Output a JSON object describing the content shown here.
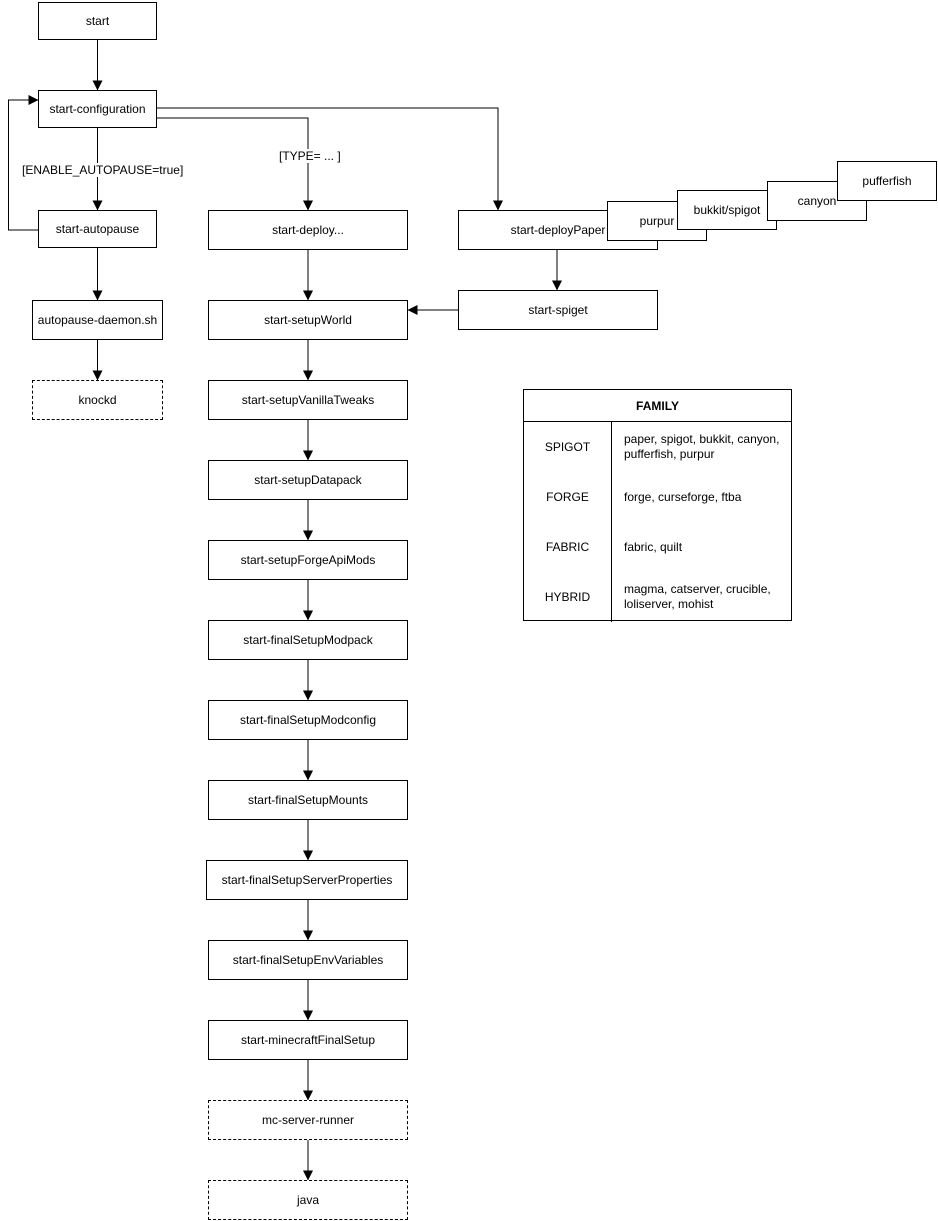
{
  "diagram": {
    "nodes": {
      "start": "start",
      "start_configuration": "start-configuration",
      "start_autopause": "start-autopause",
      "autopause_daemon": "autopause-daemon.sh",
      "knockd": "knockd",
      "start_deploy": "start-deploy...",
      "start_deploy_paper": "start-deployPaper",
      "purpur": "purpur",
      "bukkit_spigot": "bukkit/spigot",
      "canyon": "canyon",
      "pufferfish": "pufferfish",
      "start_spiget": "start-spiget",
      "start_setup_world": "start-setupWorld",
      "start_setup_vanilla_tweaks": "start-setupVanillaTweaks",
      "start_setup_datapack": "start-setupDatapack",
      "start_setup_forge_api_mods": "start-setupForgeApiMods",
      "start_final_setup_modpack": "start-finalSetupModpack",
      "start_final_setup_modconfig": "start-finalSetupModconfig",
      "start_final_setup_mounts": "start-finalSetupMounts",
      "start_final_setup_server_properties": "start-finalSetupServerProperties",
      "start_final_setup_env_variables": "start-finalSetupEnvVariables",
      "start_minecraft_final_setup": "start-minecraftFinalSetup",
      "mc_server_runner": "mc-server-runner",
      "java": "java"
    },
    "edge_labels": {
      "enable_autopause": "[ENABLE_AUTOPAUSE=true]",
      "type": "[TYPE= ... ]"
    },
    "colors": {
      "stroke": "#000000",
      "node_fill": "#ffffff",
      "text": "#000000",
      "background": "#ffffff"
    }
  },
  "family_table": {
    "title": "FAMILY",
    "rows": [
      {
        "family": "SPIGOT",
        "members": "paper, spigot, bukkit, canyon, pufferfish, purpur"
      },
      {
        "family": "FORGE",
        "members": "forge, curseforge, ftba"
      },
      {
        "family": "FABRIC",
        "members": "fabric, quilt"
      },
      {
        "family": "HYBRID",
        "members": "magma, catserver, crucible, loliserver, mohist"
      }
    ]
  }
}
